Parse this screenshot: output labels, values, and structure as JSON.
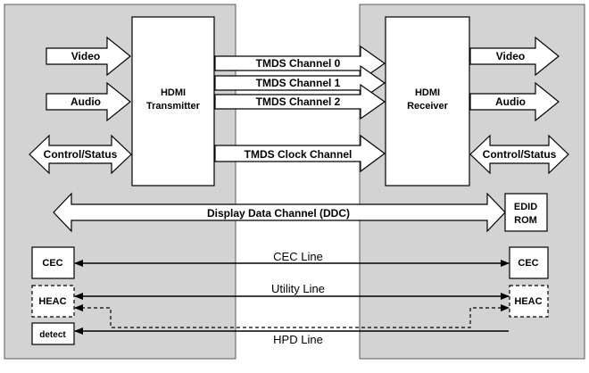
{
  "source_side": {
    "inputs": [
      "Video",
      "Audio",
      "Control/Status"
    ],
    "block": [
      "HDMI",
      "Transmitter"
    ]
  },
  "sink_side": {
    "outputs": [
      "Video",
      "Audio",
      "Control/Status"
    ],
    "block": [
      "HDMI",
      "Receiver"
    ]
  },
  "tmds_channels": [
    "TMDS Channel 0",
    "TMDS Channel 1",
    "TMDS Channel 2",
    "TMDS Clock Channel"
  ],
  "ddc": {
    "label": "Display Data Channel (DDC)",
    "rom": [
      "EDID",
      "ROM"
    ]
  },
  "lines": [
    {
      "label": "CEC Line",
      "left": "CEC",
      "right": "CEC"
    },
    {
      "label": "Utility Line",
      "left": "HEAC",
      "right": "HEAC"
    },
    {
      "label": "HPD Line",
      "left": "detect"
    }
  ],
  "colors": {
    "panel": "#d3d3d3",
    "border": "#595959",
    "box": "#ffffff",
    "line": "#000000"
  }
}
